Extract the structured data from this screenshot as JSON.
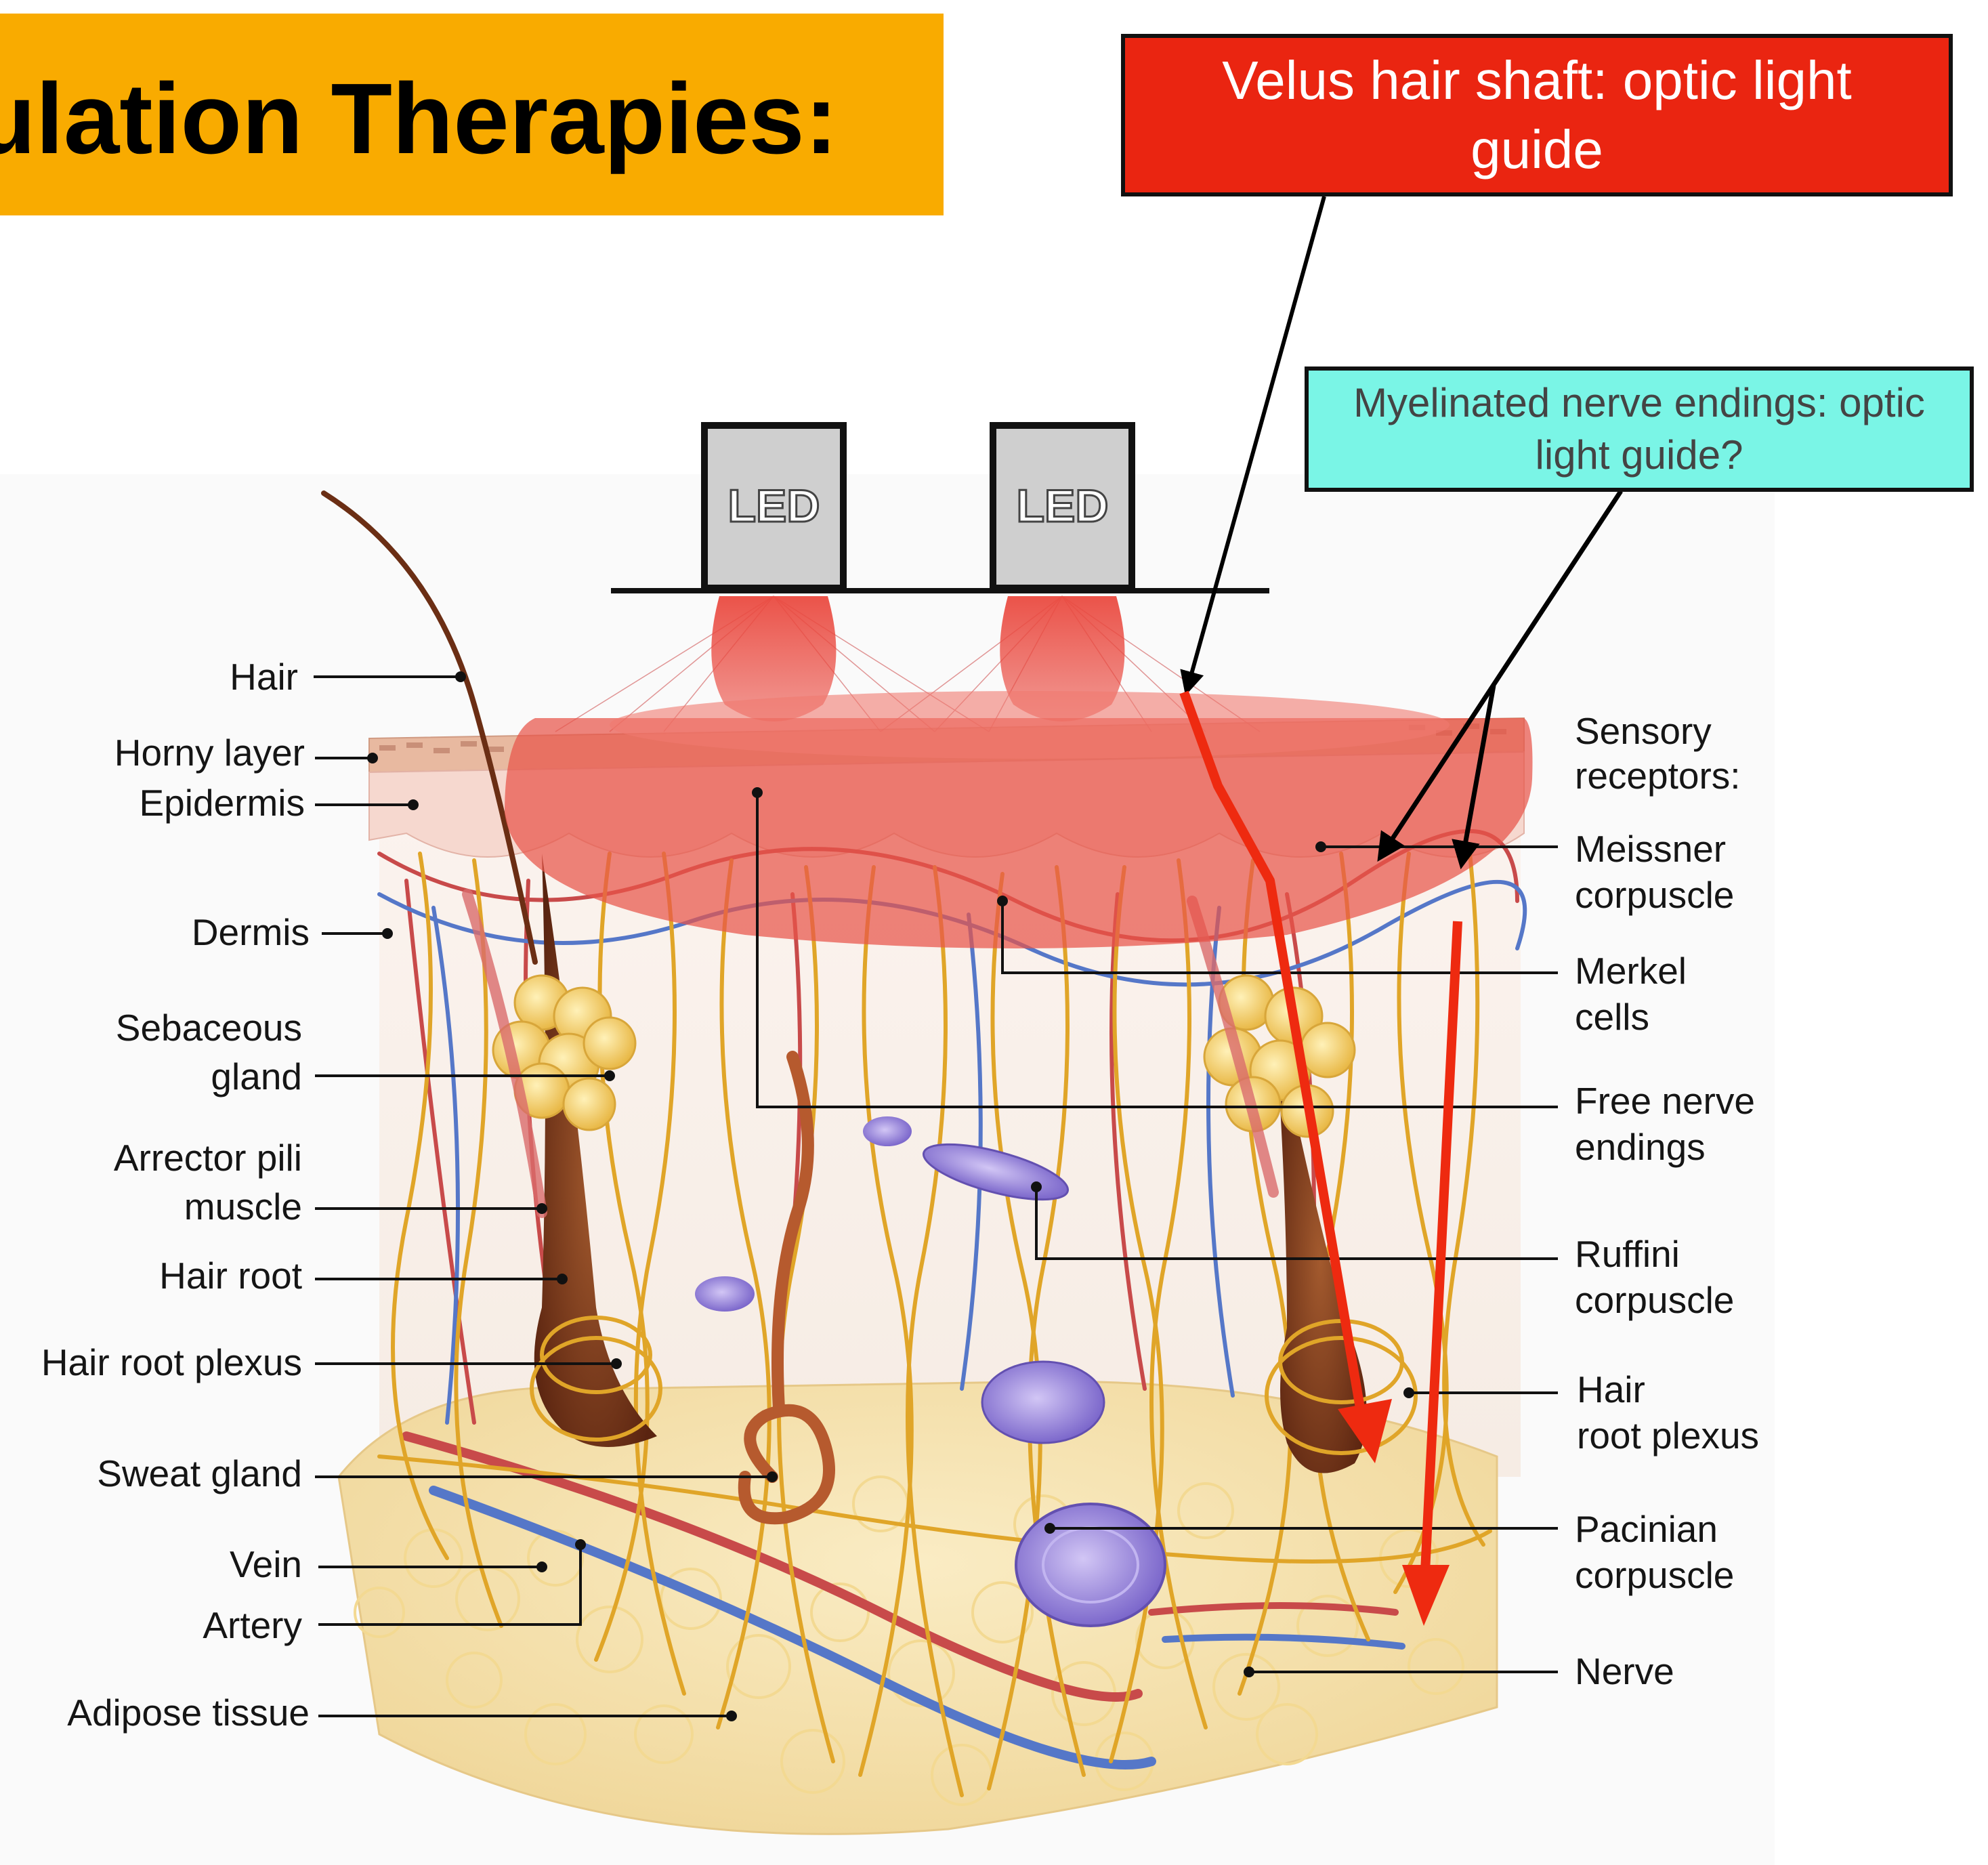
{
  "title": {
    "text": "ulation Therapies:",
    "background_color": "#f9ab00"
  },
  "callouts": {
    "velus": {
      "text": "Velus hair shaft: optic light guide",
      "background_color": "#ea2511"
    },
    "myelinated": {
      "text": "Myelinated nerve endings: optic light guide?",
      "background_color": "#7af5e6"
    }
  },
  "led_labels": [
    "LED",
    "LED"
  ],
  "labels_left": {
    "hair": "Hair",
    "horny_layer": "Horny layer",
    "epidermis": "Epidermis",
    "dermis": "Dermis",
    "sebaceous_1": "Sebaceous",
    "sebaceous_2": "gland",
    "arrector_1": "Arrector pili",
    "arrector_2": "muscle",
    "hair_root": "Hair root",
    "hair_root_plexus": "Hair root plexus",
    "sweat_gland": "Sweat gland",
    "vein": "Vein",
    "artery": "Artery",
    "adipose": "Adipose tissue"
  },
  "labels_right": {
    "sensory_1": "Sensory",
    "sensory_2": "receptors:",
    "meissner_1": "Meissner",
    "meissner_2": "corpuscle",
    "merkel_1": "Merkel",
    "merkel_2": "cells",
    "free_1": "Free nerve",
    "free_2": "endings",
    "ruffini_1": "Ruffini",
    "ruffini_2": "corpuscle",
    "hrp_1": "Hair",
    "hrp_2": "root plexus",
    "pacinian_1": "Pacinian",
    "pacinian_2": "corpuscle",
    "nerve": "Nerve"
  },
  "colors": {
    "light_overlay": "#e8554a",
    "arrow_red": "#ee2a10",
    "nerve_yellow": "#e0a528",
    "artery_red": "#c84a4a",
    "vein_blue": "#5577c8",
    "adipose": "#f7e3ad",
    "hair_brown": "#6b2e14",
    "corpuscle_purple": "#8a72d6"
  }
}
